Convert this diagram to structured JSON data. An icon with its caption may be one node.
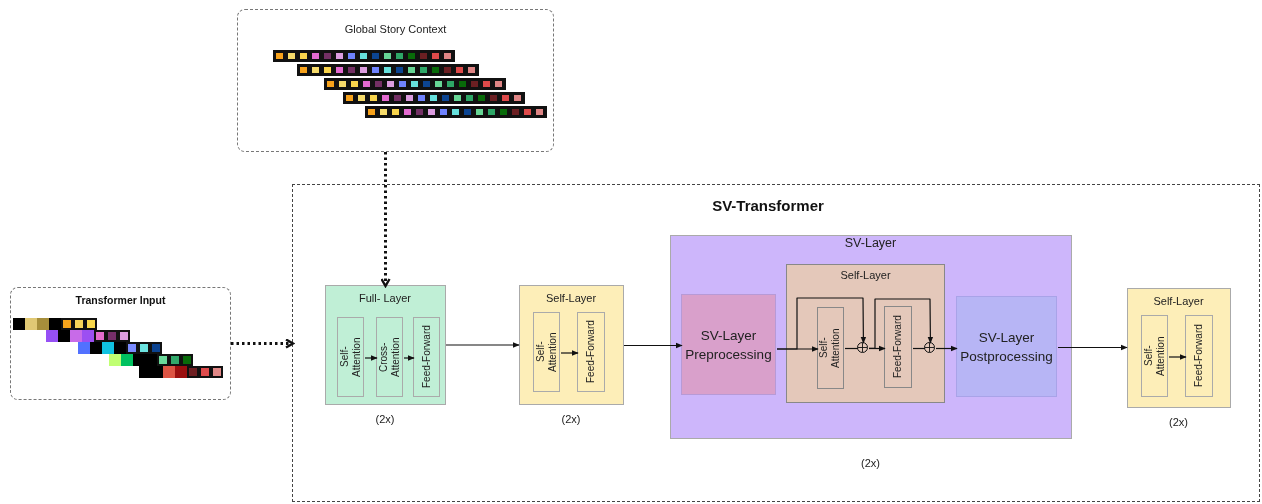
{
  "diagram": {
    "nodes": [
      {
        "text": [
          "Global Story Context"
        ]
      },
      {
        "text": [
          "Transformer Input"
        ]
      },
      {
        "text": [
          "SV-Transformer"
        ]
      },
      {
        "text": [
          "Full- Layer"
        ],
        "in": 2,
        "beside": [
          "(2x)"
        ]
      },
      {
        "text": [
          "Self- Attention"
        ],
        "in": 3
      },
      {
        "text": [
          "Cross- Attention"
        ],
        "in": 3
      },
      {
        "text": [
          "Feed-Forward"
        ],
        "in": 3
      },
      {
        "text": [
          "Self-Layer"
        ],
        "in": 2,
        "beside": [
          "(2x)"
        ]
      },
      {
        "text": [
          "Self- Attention"
        ],
        "in": 7
      },
      {
        "text": [
          "Feed-Forward"
        ],
        "in": 7
      },
      {
        "text": [
          "SV-Layer"
        ],
        "in": 2,
        "beside": [
          "(2x)"
        ]
      },
      {
        "text": [
          "SV-Layer Preprocessing"
        ],
        "in": 10
      },
      {
        "text": [
          "Self-Layer"
        ],
        "in": 10
      },
      {
        "text": [
          "Self- Attention"
        ],
        "in": 12
      },
      {
        "text": [],
        "shape": "circle",
        "in": 12
      },
      {
        "text": [
          "Feed-Forward"
        ],
        "in": 12
      },
      {
        "text": [],
        "shape": "circle",
        "in": 12
      },
      {
        "text": [
          "SV-Layer Postprocessing"
        ],
        "in": 10
      },
      {
        "text": [
          "Self-Layer"
        ],
        "in": 2,
        "beside": [
          "(2x)"
        ]
      },
      {
        "text": [
          "Self- Attention"
        ],
        "in": 18
      },
      {
        "text": [
          "Feed-Forward"
        ],
        "in": 18
      }
    ],
    "edges": [
      {
        "from": 0,
        "to": 3,
        "arrow": "to",
        "style": "dashed"
      },
      {
        "from": 1,
        "to": 2,
        "arrow": "to",
        "style": "dashed"
      },
      {
        "from": 4,
        "to": 5,
        "arrow": "to"
      },
      {
        "from": 5,
        "to": 6,
        "arrow": "to"
      },
      {
        "from": 3,
        "to": 7,
        "arrow": "to"
      },
      {
        "from": 8,
        "to": 9,
        "arrow": "to"
      },
      {
        "from": 7,
        "to": 11,
        "arrow": "to"
      },
      {
        "from": 11,
        "to": 13,
        "arrow": "to"
      },
      {
        "from": 11,
        "to": 14,
        "arrow": "to"
      },
      {
        "from": 13,
        "to": 14,
        "arrow": "none"
      },
      {
        "from": 14,
        "to": 15,
        "arrow": "to"
      },
      {
        "from": 14,
        "to": 16,
        "arrow": "to"
      },
      {
        "from": 15,
        "to": 16,
        "arrow": "none"
      },
      {
        "from": 16,
        "to": 17,
        "arrow": "to"
      },
      {
        "from": 17,
        "to": 18,
        "arrow": "to"
      },
      {
        "from": 19,
        "to": 20,
        "arrow": "to"
      }
    ]
  }
}
